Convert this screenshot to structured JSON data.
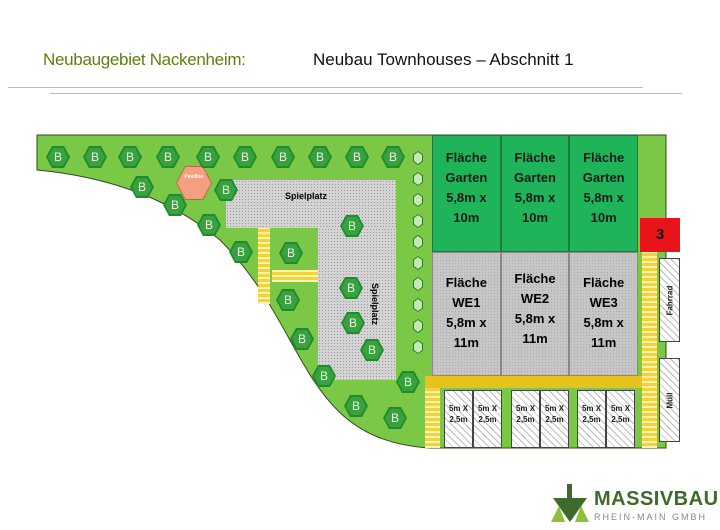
{
  "header": {
    "project": "Neubaugebiet Nackenheim:",
    "subtitle": "Neubau Townhouses – Abschnitt 1"
  },
  "plan": {
    "tree_label": "B",
    "pavilion": "Pavillon",
    "playground_h": "Spielplatz",
    "playground_v": "Spielplatz",
    "gardens": [
      {
        "l1": "Fläche",
        "l2": "Garten",
        "l3": "5,8m x",
        "l4": "10m"
      },
      {
        "l1": "Fläche",
        "l2": "Garten",
        "l3": "5,8m x",
        "l4": "10m"
      },
      {
        "l1": "Fläche",
        "l2": "Garten",
        "l3": "5,8m x",
        "l4": "10m"
      }
    ],
    "units": [
      {
        "l1": "Fläche",
        "l2": "WE1",
        "l3": "5,8m x",
        "l4": "11m"
      },
      {
        "l1": "Fläche",
        "l2": "WE2",
        "l3": "5,8m x",
        "l4": "11m"
      },
      {
        "l1": "Fläche",
        "l2": "WE3",
        "l3": "5,8m x",
        "l4": "11m"
      }
    ],
    "parking": [
      {
        "l1": "5m X",
        "l2": "2,5m"
      },
      {
        "l1": "5m X",
        "l2": "2,5m"
      },
      {
        "l1": "5m X",
        "l2": "2,5m"
      },
      {
        "l1": "5m X",
        "l2": "2,5m"
      },
      {
        "l1": "5m X",
        "l2": "2,5m"
      },
      {
        "l1": "5m X",
        "l2": "2,5m"
      }
    ],
    "marker": "3",
    "bike": "Fahrrad",
    "waste": "Müll"
  },
  "logo": {
    "name": "MASSIVBAU",
    "sub": "RHEIN-MAIN GMBH"
  }
}
